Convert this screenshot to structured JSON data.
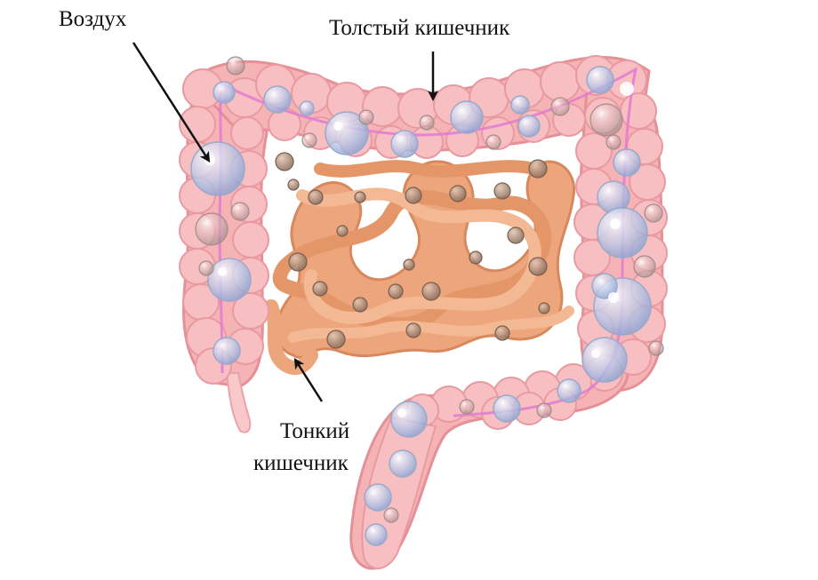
{
  "labels": {
    "air": "Воздух",
    "large_intestine": "Толстый кишечник",
    "small_intestine_line1": "Тонкий",
    "small_intestine_line2": "кишечник"
  },
  "colors": {
    "colon": "#f6b3b6",
    "colon_dark": "#e58f96",
    "colon_line": "#e27ad1",
    "small_intestine": "#eda67c",
    "small_intestine_dark": "#d9875c",
    "bubble": "#b9c9ea",
    "arrow": "#111111"
  }
}
